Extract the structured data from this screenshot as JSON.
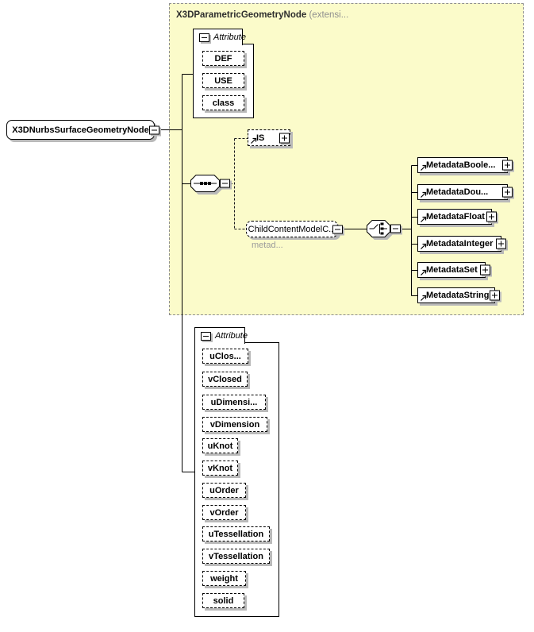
{
  "colors": {
    "region_background": "#fbfbca",
    "region_border": "#8e8e8e",
    "box_border": "#000000",
    "shadow": "#b9b9b9",
    "muted_text": "#9c9c9c"
  },
  "icons": {
    "collapse": "minus-box",
    "expand": "plus-box",
    "reference": "ne-arrow",
    "sequence": "sequence-compositor",
    "choice": "choice-compositor"
  },
  "root_element": {
    "label": "X3DNurbsSurfaceGeometryNode"
  },
  "region": {
    "title": "X3DParametricGeometryNode",
    "title_suffix": "(extensi..."
  },
  "inherited_attributes": {
    "header": "Attribute",
    "items": [
      "DEF",
      "USE",
      "class"
    ]
  },
  "is_element": {
    "label": "IS"
  },
  "child_content_model": {
    "label": "ChildContentModelC...",
    "caption": "metad..."
  },
  "metadata_elements": [
    "MetadataBoole...",
    "MetadataDou...",
    "MetadataFloat",
    "MetadataInteger",
    "MetadataSet",
    "MetadataString"
  ],
  "own_attributes": {
    "header": "Attribute",
    "items": [
      "uClos...",
      "vClosed",
      "uDimensi...",
      "vDimension",
      "uKnot",
      "vKnot",
      "uOrder",
      "vOrder",
      "uTessellation",
      "vTessellation",
      "weight",
      "solid"
    ]
  }
}
